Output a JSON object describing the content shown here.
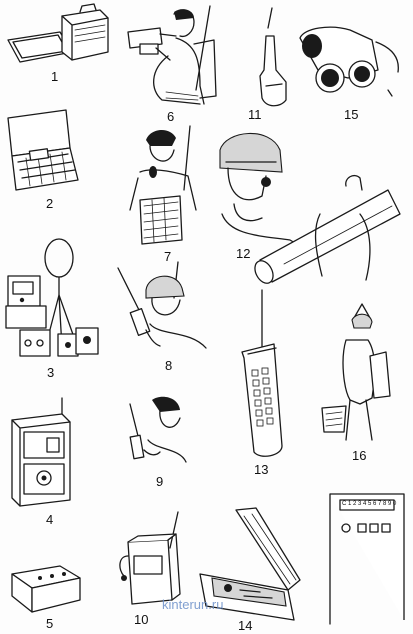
{
  "items": [
    {
      "id": "item-1",
      "number": "1"
    },
    {
      "id": "item-2",
      "number": "2"
    },
    {
      "id": "item-3",
      "number": "3"
    },
    {
      "id": "item-4",
      "number": "4"
    },
    {
      "id": "item-5",
      "number": "5"
    },
    {
      "id": "item-6",
      "number": "6"
    },
    {
      "id": "item-7",
      "number": "7"
    },
    {
      "id": "item-8",
      "number": "8"
    },
    {
      "id": "item-9",
      "number": "9"
    },
    {
      "id": "item-10",
      "number": "10"
    },
    {
      "id": "item-11",
      "number": "11"
    },
    {
      "id": "item-12",
      "number": "12"
    },
    {
      "id": "item-13",
      "number": "13"
    },
    {
      "id": "item-14",
      "number": "14"
    },
    {
      "id": "item-15",
      "number": "15"
    },
    {
      "id": "item-16",
      "number": "16"
    }
  ],
  "watermark": "kinterun.ru",
  "panel_digits": "C 1 2 3 4 5 6 7 8 9 0"
}
